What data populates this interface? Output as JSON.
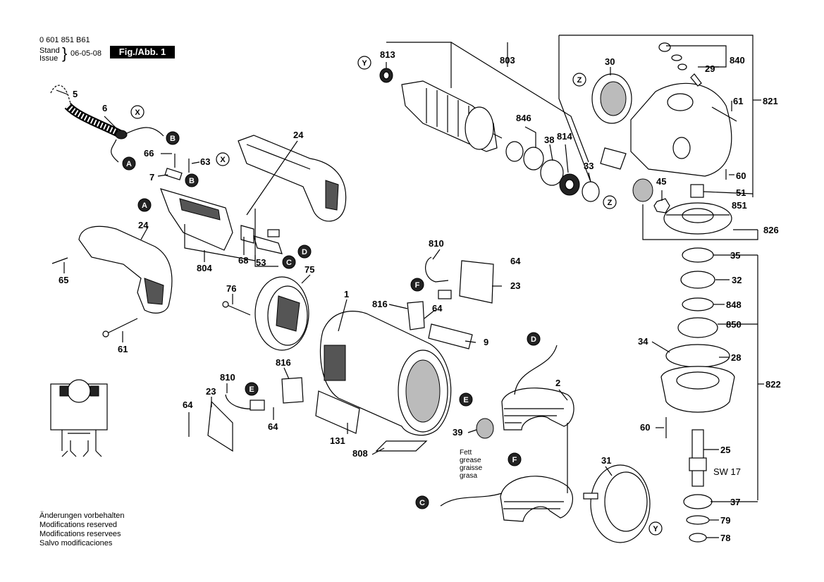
{
  "header": {
    "doc_number": "0 601 851 B61",
    "stand_label": "Stand",
    "issue_label": "Issue",
    "date": "06-05-08",
    "figure_label": "Fig./Abb. 1"
  },
  "notes": [
    "Änderungen vorbehalten",
    "Modifications reserved",
    "Modifications reservees",
    "Salvo modificaciones"
  ],
  "grease_note": [
    "Fett",
    "grease",
    "graisse",
    "grasa"
  ],
  "wrench_label": "SW 17",
  "part_numbers": [
    "5",
    "6",
    "66",
    "63",
    "7",
    "24",
    "24",
    "804",
    "68",
    "53",
    "65",
    "61",
    "76",
    "75",
    "1",
    "816",
    "64",
    "810",
    "23",
    "64",
    "9",
    "810",
    "816",
    "23",
    "64",
    "64",
    "131",
    "808",
    "2",
    "39",
    "31",
    "813",
    "803",
    "846",
    "38",
    "814",
    "33",
    "30",
    "840",
    "29",
    "61",
    "821",
    "60",
    "51",
    "851",
    "45",
    "826",
    "35",
    "32",
    "848",
    "850",
    "34",
    "28",
    "822",
    "60",
    "25",
    "37",
    "79",
    "78"
  ],
  "connectors": [
    "A",
    "B",
    "B",
    "A",
    "X",
    "X",
    "C",
    "D",
    "F",
    "E",
    "D",
    "E",
    "F",
    "C",
    "Y",
    "Y",
    "Z",
    "Z"
  ]
}
